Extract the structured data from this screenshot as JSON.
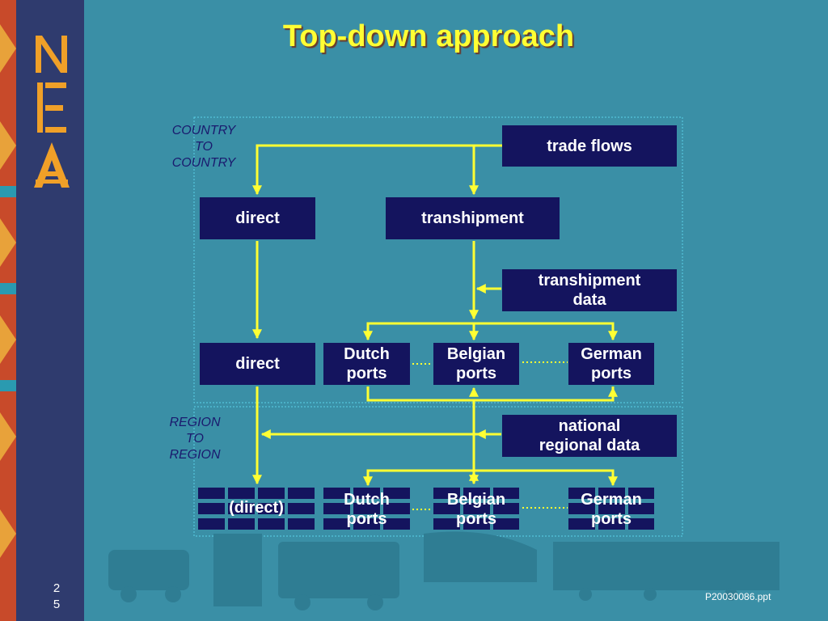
{
  "slide": {
    "title": "Top-down approach",
    "page_number": [
      "2",
      "5"
    ],
    "file_id": "P20030086.ppt",
    "logo_text": "NEA"
  },
  "labels": {
    "country_to_country": [
      "COUNTRY",
      "TO",
      "COUNTRY"
    ],
    "region_to_region": [
      "REGION",
      "TO",
      "REGION"
    ]
  },
  "boxes": {
    "trade_flows": "trade flows",
    "direct_top": "direct",
    "transhipment": "transhipment",
    "transhipment_data": [
      "transhipment",
      "data"
    ],
    "direct_mid": "direct",
    "dutch_mid": [
      "Dutch",
      "ports"
    ],
    "belgian_mid": [
      "Belgian",
      "ports"
    ],
    "german_mid": [
      "German",
      "ports"
    ],
    "national_regional_data": [
      "national",
      "regional data"
    ],
    "direct_bottom": "(direct)",
    "dutch_bottom": [
      "Dutch",
      "ports"
    ],
    "belgian_bottom": [
      "Belgian",
      "ports"
    ],
    "german_bottom": [
      "German",
      "ports"
    ]
  },
  "colors": {
    "background": "#3a8fa6",
    "sidebar": "#2f3b6e",
    "box": "#14145e",
    "arrow": "#ffff33",
    "title": "#ffff33"
  }
}
